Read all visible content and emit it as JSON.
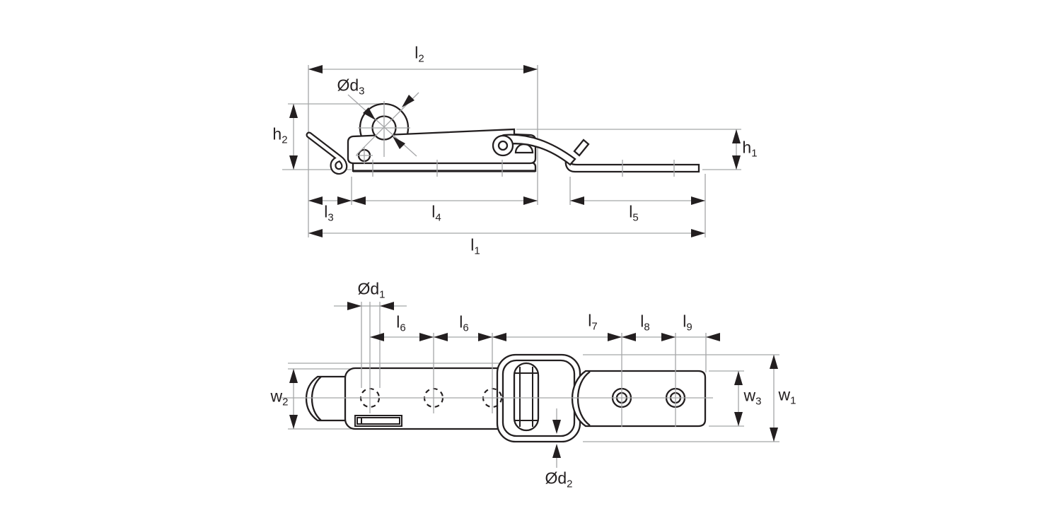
{
  "drawing_type": "technical dimension drawing, latch fastener, two views",
  "colors": {
    "outline": "#231f20",
    "dimension_line": "#a5a6a8",
    "background": "#ffffff"
  },
  "side_view": {
    "name": "side elevation",
    "dims": {
      "l2": {
        "base": "l",
        "sub": "2"
      },
      "d3": {
        "base": "Ød",
        "sub": "3"
      },
      "h2": {
        "base": "h",
        "sub": "2"
      },
      "h1": {
        "base": "h",
        "sub": "1"
      },
      "l3": {
        "base": "l",
        "sub": "3"
      },
      "l4": {
        "base": "l",
        "sub": "4"
      },
      "l5": {
        "base": "l",
        "sub": "5"
      },
      "l1": {
        "base": "l",
        "sub": "1"
      }
    }
  },
  "plan_view": {
    "name": "plan view",
    "dims": {
      "d1": {
        "base": "Ød",
        "sub": "1"
      },
      "l6a": {
        "base": "l",
        "sub": "6"
      },
      "l6b": {
        "base": "l",
        "sub": "6"
      },
      "l7": {
        "base": "l",
        "sub": "7"
      },
      "l8": {
        "base": "l",
        "sub": "8"
      },
      "l9": {
        "base": "l",
        "sub": "9"
      },
      "w2": {
        "base": "w",
        "sub": "2"
      },
      "w3": {
        "base": "w",
        "sub": "3"
      },
      "w1": {
        "base": "w",
        "sub": "1"
      },
      "d2": {
        "base": "Ød",
        "sub": "2"
      }
    }
  }
}
